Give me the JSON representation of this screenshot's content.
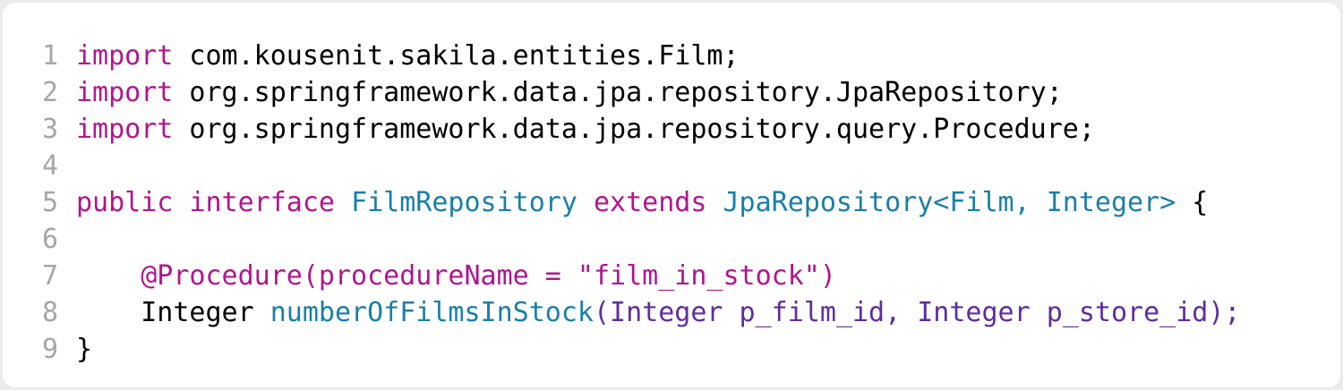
{
  "lines": [
    {
      "number": "1",
      "tokens": [
        {
          "text": "import",
          "kind": "kw"
        },
        {
          "text": " com.kousenit.sakila.entities.Film;",
          "kind": "plain"
        }
      ]
    },
    {
      "number": "2",
      "tokens": [
        {
          "text": "import",
          "kind": "kw"
        },
        {
          "text": " org.springframework.data.jpa.repository.JpaRepository;",
          "kind": "plain"
        }
      ]
    },
    {
      "number": "3",
      "tokens": [
        {
          "text": "import",
          "kind": "kw"
        },
        {
          "text": " org.springframework.data.jpa.repository.query.Procedure;",
          "kind": "plain"
        }
      ]
    },
    {
      "number": "4",
      "tokens": []
    },
    {
      "number": "5",
      "tokens": [
        {
          "text": "public",
          "kind": "kw"
        },
        {
          "text": " ",
          "kind": "plain"
        },
        {
          "text": "interface",
          "kind": "kw"
        },
        {
          "text": " ",
          "kind": "plain"
        },
        {
          "text": "FilmRepository",
          "kind": "type"
        },
        {
          "text": " ",
          "kind": "plain"
        },
        {
          "text": "extends",
          "kind": "kw"
        },
        {
          "text": " ",
          "kind": "plain"
        },
        {
          "text": "JpaRepository<Film, Integer>",
          "kind": "type"
        },
        {
          "text": " {",
          "kind": "plain"
        }
      ]
    },
    {
      "number": "6",
      "tokens": []
    },
    {
      "number": "7",
      "tokens": [
        {
          "text": "    ",
          "kind": "plain"
        },
        {
          "text": "@Procedure(procedureName = \"film_in_stock\")",
          "kind": "anno"
        }
      ]
    },
    {
      "number": "8",
      "tokens": [
        {
          "text": "    Integer ",
          "kind": "plain"
        },
        {
          "text": "numberOfFilmsInStock",
          "kind": "fn"
        },
        {
          "text": "(Integer p_film_id, Integer p_store_id);",
          "kind": "param"
        }
      ]
    },
    {
      "number": "9",
      "tokens": [
        {
          "text": "}",
          "kind": "plain"
        }
      ]
    }
  ],
  "colors": {
    "background": "#ffffff",
    "keyword": "#b1158f",
    "type": "#1a7fa8",
    "parameters": "#5f2c9e",
    "line_number": "#a6a6a6",
    "text": "#000000"
  }
}
